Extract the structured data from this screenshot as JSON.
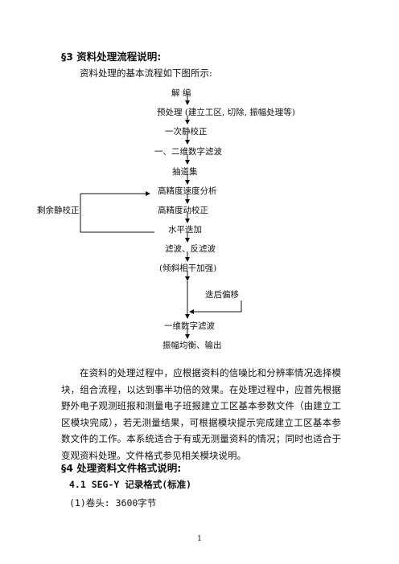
{
  "section3": {
    "title": "§3   资料处理流程说明:",
    "intro": "资料处理的基本流程如下图所示:"
  },
  "flow": {
    "steps": [
      "解  编",
      "预处理 (建立工区, 切除, 振幅处理等)",
      "一次静校正",
      "一、二维数字滤波",
      "抽道集",
      "高精度速度分析",
      "高精度动校正",
      "水平迭加",
      "滤波、反滤波",
      "(倾斜相干加强)",
      "一维数字滤波",
      "振幅均衡、输出"
    ],
    "loop_label": "剩余静校正",
    "side_label": "迭后偏移"
  },
  "paragraph": "在资料的处理过程中，应根据资料的信噪比和分辨率情况选择模块，组合流程，以达到事半功倍的效果。在处理过程中，应首先根据野外电子观测班报和测量电子班报建立工区基本参数文件（由建立工区模块完成），若无测量结果，可根据模块提示完成建立工区基本参数文件的工作。本系统适合于有或无测量资料的情况；同时也适合于变观资料处理。文件格式参见相关模块说明。",
  "section4": {
    "title": "§4   处理资料文件格式说明:",
    "sub_title": "4.1   SEG-Y 记录格式(标准)",
    "item": "(1)卷头:    3600字节"
  },
  "page_number": "1"
}
